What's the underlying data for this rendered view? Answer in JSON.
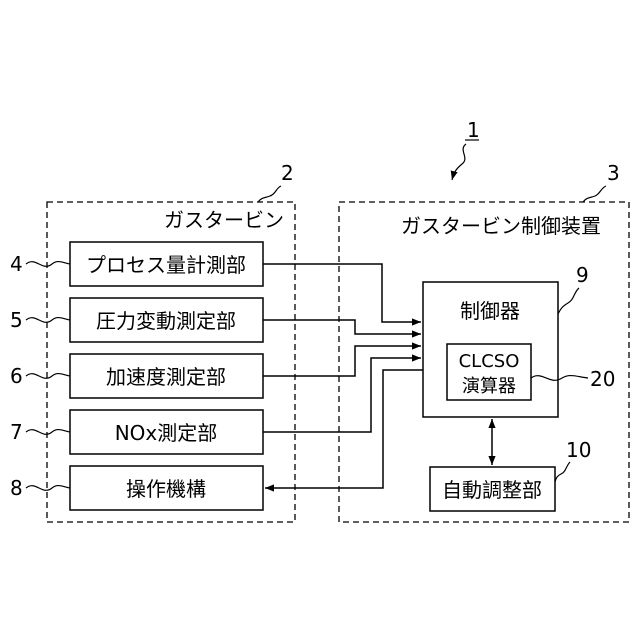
{
  "ref_numerals": {
    "system": "1",
    "gas_turbine": "2",
    "control_device": "3",
    "process_unit": "4",
    "pressure_unit": "5",
    "accel_unit": "6",
    "nox_unit": "7",
    "actuator": "8",
    "controller": "9",
    "auto_adjust": "10",
    "clcso_unit": "20"
  },
  "gas_turbine": {
    "title": "ガスタービン",
    "blocks": {
      "process": "プロセス量計測部",
      "pressure": "圧力変動測定部",
      "accel": "加速度測定部",
      "nox": "NOx測定部",
      "actuator": "操作機構"
    }
  },
  "control_device": {
    "title": "ガスタービン制御装置",
    "controller": {
      "label": "制御器",
      "clcso_line1": "CLCSO",
      "clcso_line2": "演算器"
    },
    "auto_adjust": "自動調整部"
  }
}
